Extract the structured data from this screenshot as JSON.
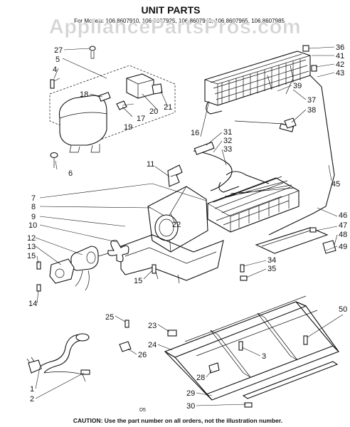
{
  "watermark": "AppliancePartsPros.com",
  "title": "UNIT PARTS",
  "models_line": "For Models: 106.8607910, 106.8607925, 106.8607945, 106.8607965, 106.8607985",
  "caption": "CAUTION: Use the part number on all orders, not the illustration number.",
  "page_code": "D5",
  "callouts": {
    "c1": "1",
    "c2": "2",
    "c3": "3",
    "c4": "4",
    "c5": "5",
    "c6": "6",
    "c7": "7",
    "c8": "8",
    "c9": "9",
    "c10": "10",
    "c11": "11",
    "c12": "12",
    "c13": "13",
    "c14": "14",
    "c15a": "15",
    "c15b": "15",
    "c16": "16",
    "c17": "17",
    "c18": "18",
    "c19": "19",
    "c20": "20",
    "c21": "21",
    "c22": "22",
    "c23": "23",
    "c24": "24",
    "c25": "25",
    "c26": "26",
    "c27": "27",
    "c28": "28",
    "c29": "29",
    "c30": "30",
    "c31": "31",
    "c32": "32",
    "c33": "33",
    "c34": "34",
    "c35": "35",
    "c36": "36",
    "c37": "37",
    "c38": "38",
    "c39": "39",
    "c41": "41",
    "c42": "42",
    "c43": "43",
    "c45": "45",
    "c46": "46",
    "c47": "47",
    "c48": "48",
    "c49": "49",
    "c50": "50"
  }
}
